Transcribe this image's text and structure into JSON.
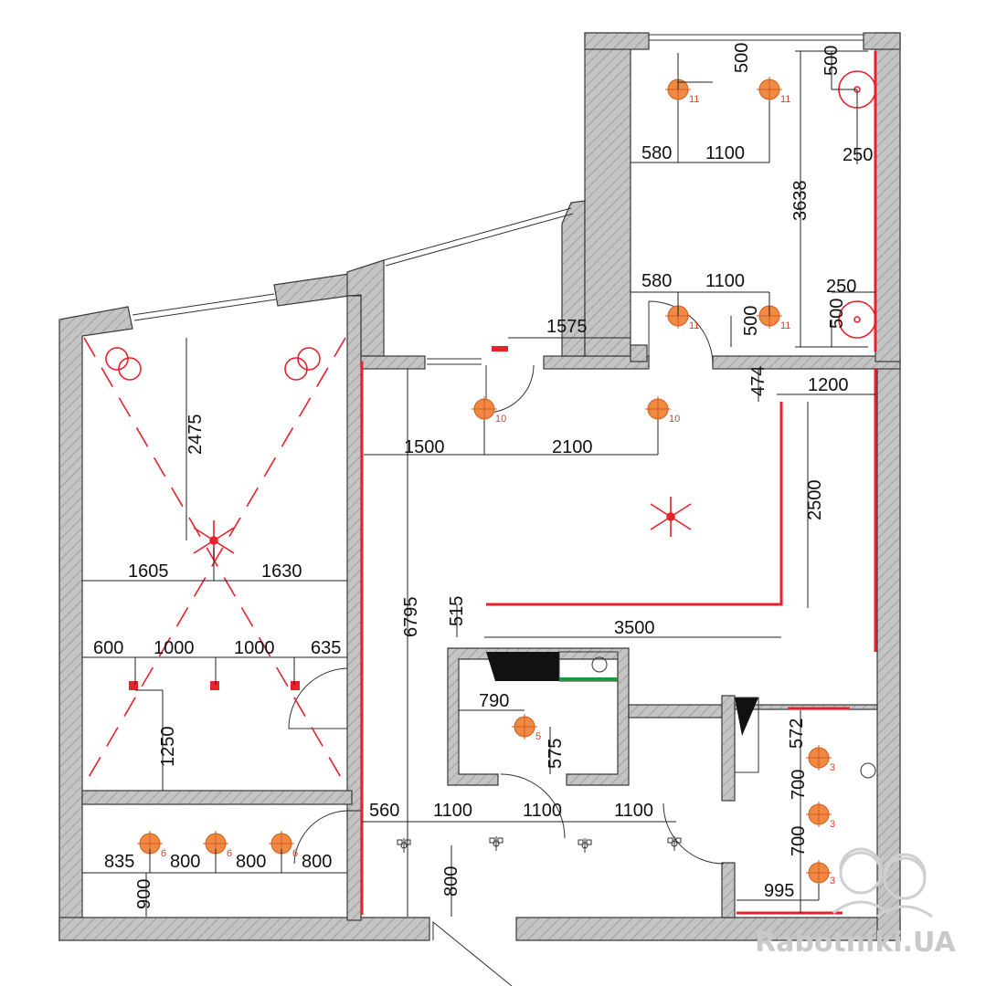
{
  "plan": {
    "dimensions": {
      "d500a": "500",
      "d500b": "500",
      "d580a": "580",
      "d1100a": "1100",
      "d250a": "250",
      "d3638": "3638",
      "d580b": "580",
      "d1100b": "1100",
      "d250b": "250",
      "d500c": "500",
      "d500d": "500",
      "d1575": "1575",
      "d474": "474",
      "d1200": "1200",
      "d1500": "1500",
      "d2100": "2100",
      "d2500": "2500",
      "d2475": "2475",
      "d1605": "1605",
      "d1630": "1630",
      "d6795": "6795",
      "d515": "515",
      "d3500": "3500",
      "d600": "600",
      "d1000a": "1000",
      "d1000b": "1000",
      "d635": "635",
      "d790": "790",
      "d575": "575",
      "d572": "572",
      "d1250": "1250",
      "d700a": "700",
      "d700b": "700",
      "d560": "560",
      "d1100c": "1100",
      "d1100d": "1100",
      "d1100e": "1100",
      "d835": "835",
      "d800a": "800",
      "d800b": "800",
      "d800c": "800",
      "d900": "900",
      "d800v": "800",
      "d995": "995"
    },
    "circuits": {
      "c11a": "11",
      "c11b": "11",
      "c11c": "11",
      "c11d": "11",
      "c10a": "10",
      "c10b": "10",
      "c5": "5",
      "c3a": "3",
      "c3b": "3",
      "c3c": "3",
      "c6a": "6",
      "c6b": "6",
      "c6c": "6"
    },
    "colors": {
      "wall": "#bdbdbd",
      "lamp": "#f08a42",
      "led_strip": "#e8212b"
    }
  },
  "watermark": {
    "text": "Rabotniki.UA"
  }
}
